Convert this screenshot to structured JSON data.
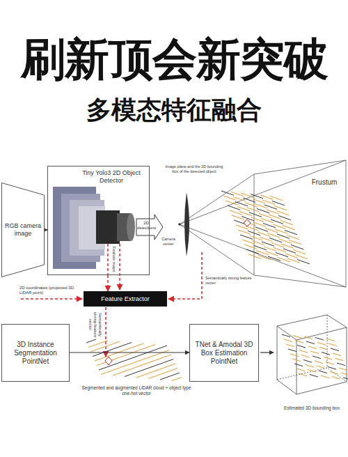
{
  "diagram": {
    "title": "刷新顶会新突破",
    "caption": "多模态特征融合",
    "nodes": [
      {
        "text": [
          "RGB camera image"
        ]
      },
      {
        "text": [
          "Tiny Yolo3 2D Object Detector"
        ]
      },
      {
        "text": [
          "Feature Extractor"
        ]
      },
      {
        "text": [
          "3D Instance Segmentation PointNet"
        ]
      },
      {
        "text": [
          "TNet & Amodal 3D Box Estimation PointNet"
        ]
      }
    ],
    "edges": [
      {
        "from": 0,
        "to": 1,
        "arrow": "to"
      },
      {
        "from": 1,
        "to": 2,
        "label": "Feature maps",
        "arrow": "to"
      },
      {
        "from": 3,
        "to": 4,
        "arrow": "to"
      }
    ],
    "labels": [
      "Frustum",
      "Image plane and the 2D bounding box of the detected object",
      "2D detections",
      "Camera center",
      "2D coordinates (projected 3D LiDAR point)",
      "Semantically strong feature vector",
      "Semantically strong feature vector",
      "Segmented and augmented LiDAR cloud + object type one-hot vector",
      "Estimated 3D bounding box"
    ]
  }
}
